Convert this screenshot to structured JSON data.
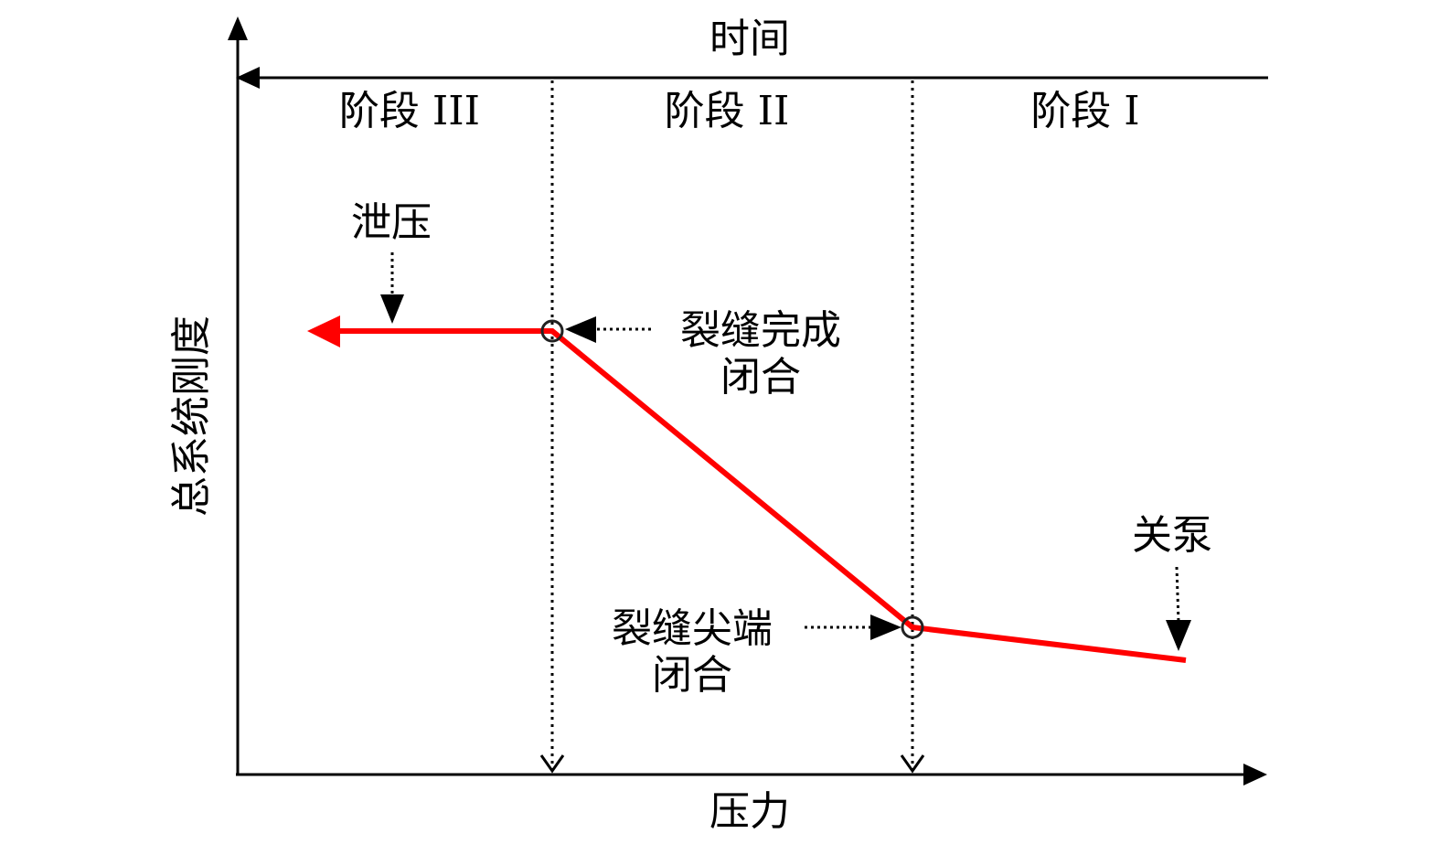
{
  "title_time": "时间",
  "x_label": "压力",
  "y_label": "总系统刚度",
  "stages": [
    "阶段 III",
    "阶段 II",
    "阶段 I"
  ],
  "annotations": {
    "release": "泄压",
    "full_closure_line1": "裂缝完成",
    "full_closure_line2": "闭合",
    "tip_closure_line1": "裂缝尖端",
    "tip_closure_line2": "闭合",
    "shut_in": "关泵"
  },
  "colors": {
    "curve": "#ff0000",
    "axis": "#000000"
  }
}
